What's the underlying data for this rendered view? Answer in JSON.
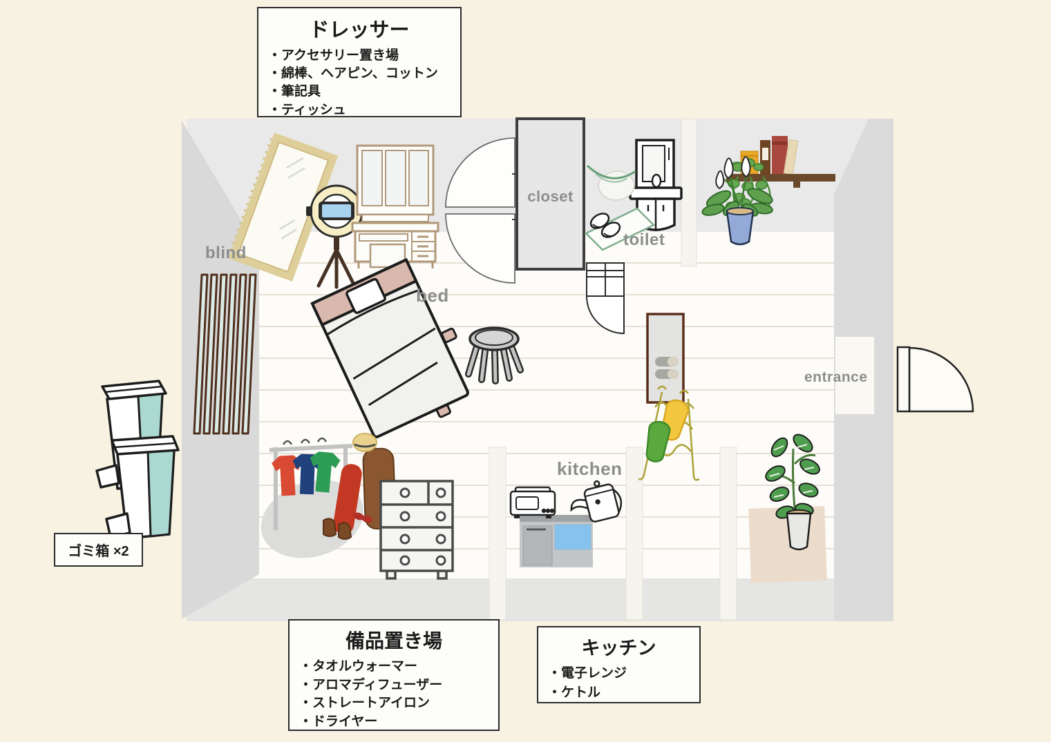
{
  "room_labels": {
    "blind": "blind",
    "bed": "bed",
    "closet": "closet",
    "toilet": "toilet",
    "kitchen": "kitchen",
    "entrance": "entrance"
  },
  "annotation_boxes": {
    "dresser": {
      "title": "ドレッサー",
      "items": [
        "・アクセサリー置き場",
        "・綿棒、ヘアピン、コットン",
        "・筆記具",
        "・ティッシュ"
      ]
    },
    "supplies": {
      "title": "備品置き場",
      "items": [
        "・タオルウォーマー",
        "・アロマディフューザー",
        "・ストレートアイロン",
        "・ドライヤー"
      ]
    },
    "kitchen": {
      "title": "キッチン",
      "items": [
        "・電子レンジ",
        "・ケトル"
      ]
    },
    "trash": {
      "label": "ゴミ箱 ×2"
    }
  },
  "colors": {
    "background": "#f8f2e2",
    "wall_gray": "#dedede",
    "floor_white": "#fdfcf8",
    "label_gray": "#8d8d8d",
    "bin_teal": "#abd8d0",
    "sink_blue": "#85c2ed",
    "blind_brown": "#4f2f1d",
    "blind_slat": "#dcebe7",
    "mirror_gold": "#decf9a",
    "bed_tan": "#d9b9ad",
    "mat_beige": "#ecdccb",
    "shelf_brown": "#6b4a2b",
    "pot_blue": "#93aad9",
    "slipper_yellow": "#f3c83e",
    "slipper_green": "#5aa83e"
  }
}
